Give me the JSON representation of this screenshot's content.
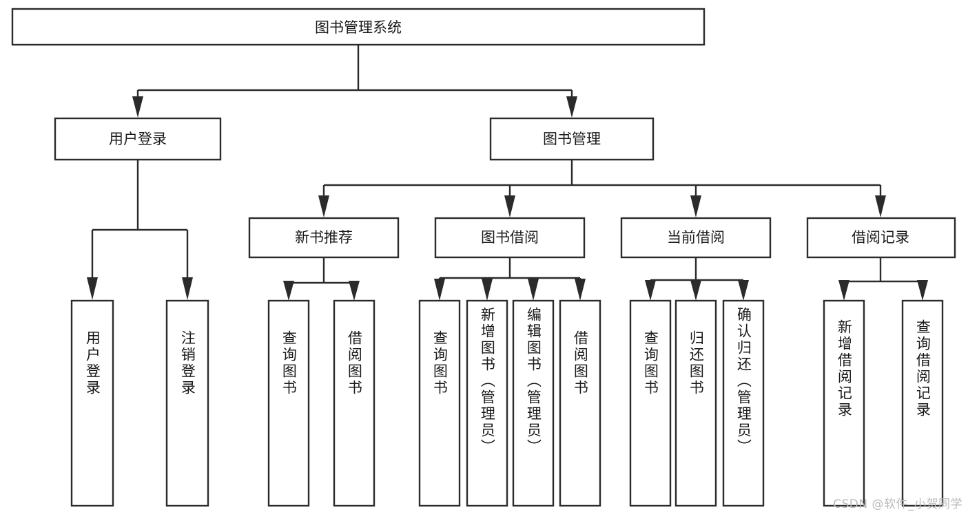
{
  "diagram": {
    "type": "tree-hierarchy",
    "title": "图书管理系统",
    "watermark": "CSDN @软件_小贺同学",
    "colors": {
      "background": "#ffffff",
      "stroke": "#2b2b2b",
      "text": "#1a1a1a",
      "watermark": "#b9b9b9"
    },
    "root": {
      "id": "root",
      "label": "图书管理系统",
      "orientation": "horizontal"
    },
    "level1": [
      {
        "id": "user-login",
        "label": "用户登录",
        "orientation": "horizontal"
      },
      {
        "id": "book-manage",
        "label": "图书管理",
        "orientation": "horizontal"
      }
    ],
    "level2": [
      {
        "id": "new-book-recommend",
        "label": "新书推荐",
        "orientation": "horizontal",
        "parent": "book-manage"
      },
      {
        "id": "book-borrow",
        "label": "图书借阅",
        "orientation": "horizontal",
        "parent": "book-manage"
      },
      {
        "id": "current-borrow",
        "label": "当前借阅",
        "orientation": "horizontal",
        "parent": "book-manage"
      },
      {
        "id": "borrow-record",
        "label": "借阅记录",
        "orientation": "horizontal",
        "parent": "book-manage"
      }
    ],
    "leaves": [
      {
        "id": "leaf-user-login",
        "label": "用户登录",
        "orientation": "vertical",
        "parent": "user-login"
      },
      {
        "id": "leaf-logout",
        "label": "注销登录",
        "orientation": "vertical",
        "parent": "user-login"
      },
      {
        "id": "leaf-query-book-1",
        "label": "查询图书",
        "orientation": "vertical",
        "parent": "new-book-recommend"
      },
      {
        "id": "leaf-borrow-book-1",
        "label": "借阅图书",
        "orientation": "vertical",
        "parent": "new-book-recommend"
      },
      {
        "id": "leaf-query-book-2",
        "label": "查询图书",
        "orientation": "vertical",
        "parent": "book-borrow"
      },
      {
        "id": "leaf-add-book",
        "label": "新增图书（管理员）",
        "orientation": "vertical",
        "parent": "book-borrow"
      },
      {
        "id": "leaf-edit-book",
        "label": "编辑图书（管理员）",
        "orientation": "vertical",
        "parent": "book-borrow"
      },
      {
        "id": "leaf-borrow-book-2",
        "label": "借阅图书",
        "orientation": "vertical",
        "parent": "book-borrow"
      },
      {
        "id": "leaf-query-book-3",
        "label": "查询图书",
        "orientation": "vertical",
        "parent": "current-borrow"
      },
      {
        "id": "leaf-return-book",
        "label": "归还图书",
        "orientation": "vertical",
        "parent": "current-borrow"
      },
      {
        "id": "leaf-confirm-return",
        "label": "确认归还（管理员）",
        "orientation": "vertical",
        "parent": "current-borrow"
      },
      {
        "id": "leaf-add-record",
        "label": "新增借阅记录",
        "orientation": "vertical",
        "parent": "borrow-record"
      },
      {
        "id": "leaf-query-record",
        "label": "查询借阅记录",
        "orientation": "vertical",
        "parent": "borrow-record"
      }
    ]
  }
}
